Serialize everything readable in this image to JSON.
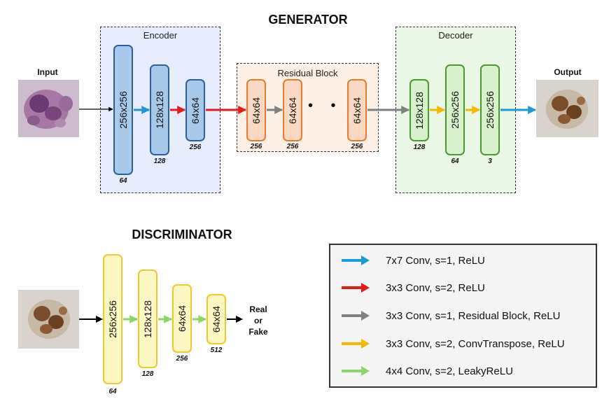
{
  "generator": {
    "title": "GENERATOR",
    "input_label": "Input",
    "output_label": "Output",
    "encoder": {
      "label": "Encoder",
      "blocks": [
        {
          "dim": "256x256",
          "channels": "64"
        },
        {
          "dim": "128x128",
          "channels": "128"
        },
        {
          "dim": "64x64",
          "channels": "256"
        }
      ]
    },
    "residual": {
      "label": "Residual Block",
      "dots": "• • •",
      "blocks": [
        {
          "dim": "64x64",
          "channels": "256"
        },
        {
          "dim": "64x64",
          "channels": "256"
        },
        {
          "dim": "64x64",
          "channels": "256"
        }
      ]
    },
    "decoder": {
      "label": "Decoder",
      "blocks": [
        {
          "dim": "128x128",
          "channels": "128"
        },
        {
          "dim": "256x256",
          "channels": "64"
        },
        {
          "dim": "256x256",
          "channels": "3"
        }
      ]
    }
  },
  "discriminator": {
    "title": "DISCRIMINATOR",
    "blocks": [
      {
        "dim": "256x256",
        "channels": "64"
      },
      {
        "dim": "128x128",
        "channels": "128"
      },
      {
        "dim": "64x64",
        "channels": "256"
      },
      {
        "dim": "64x64",
        "channels": "512"
      }
    ],
    "output_lines": [
      "Real",
      "or",
      "Fake"
    ]
  },
  "legend": [
    {
      "text": "7x7 Conv, s=1, ReLU",
      "color": "#1a9ad6"
    },
    {
      "text": "3x3 Conv, s=2, ReLU",
      "color": "#e41b17"
    },
    {
      "text": "3x3 Conv, s=1, Residual Block, ReLU",
      "color": "#808080"
    },
    {
      "text": "3x3 Conv, s=2, ConvTranspose, ReLU",
      "color": "#f5b800"
    },
    {
      "text": "4x4 Conv, s=2, LeakyReLU",
      "color": "#8fd46b"
    }
  ],
  "colors": {
    "encoder_fill": "#e6ecfb",
    "encoder_block_fill": "#a8c8ea",
    "encoder_block_border": "#2f5f9a",
    "residual_fill": "#fdf0e6",
    "residual_block_fill": "#fbd8c1",
    "residual_block_border": "#e87a2a",
    "decoder_fill": "#eaf7e6",
    "decoder_block_fill": "#d9f0cc",
    "decoder_block_border": "#4a9a2f",
    "disc_block_fill": "#fdf7c3",
    "disc_block_border": "#f2c82f"
  }
}
